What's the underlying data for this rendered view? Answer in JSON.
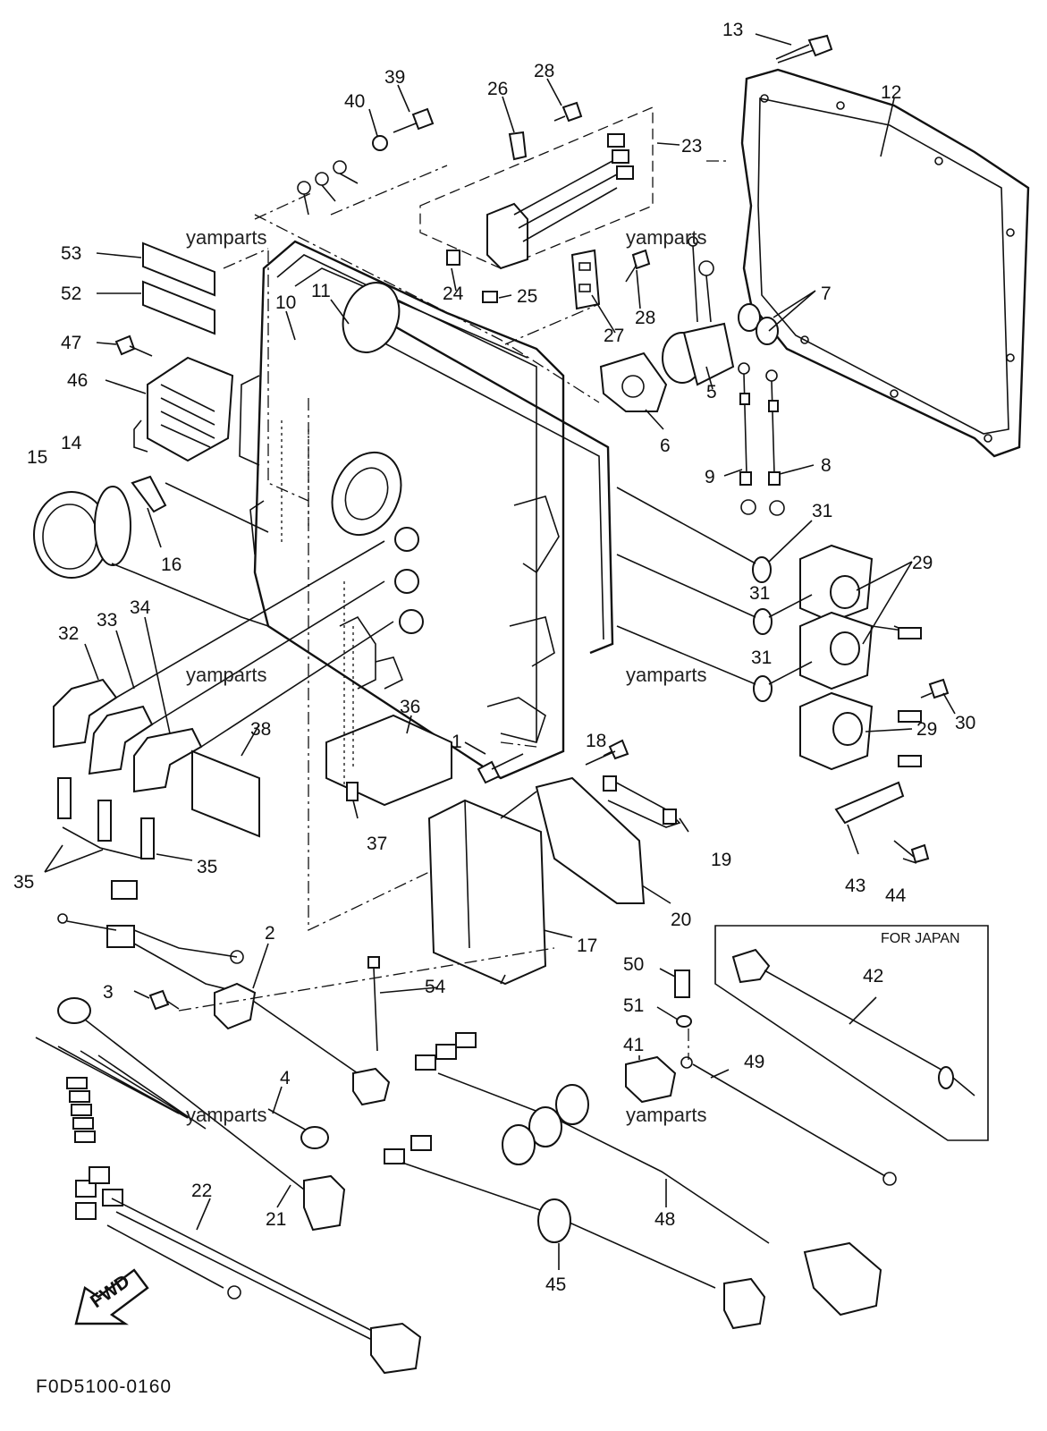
{
  "diagram_code": "F0D5100-0160",
  "watermark": "yamparts",
  "note_label": "FOR JAPAN",
  "fwd_label": "FWD",
  "callouts": [
    "13",
    "12",
    "39",
    "40",
    "28",
    "26",
    "23",
    "53",
    "52",
    "47",
    "46",
    "10",
    "11",
    "24",
    "25",
    "28",
    "27",
    "7",
    "6",
    "5",
    "9",
    "8",
    "15",
    "14",
    "16",
    "31",
    "29",
    "31",
    "31",
    "30",
    "29",
    "32",
    "33",
    "34",
    "36",
    "38",
    "18",
    "1",
    "19",
    "35",
    "35",
    "37",
    "43",
    "44",
    "20",
    "2",
    "17",
    "3",
    "50",
    "42",
    "51",
    "54",
    "41",
    "49",
    "4",
    "22",
    "21",
    "48",
    "45"
  ]
}
